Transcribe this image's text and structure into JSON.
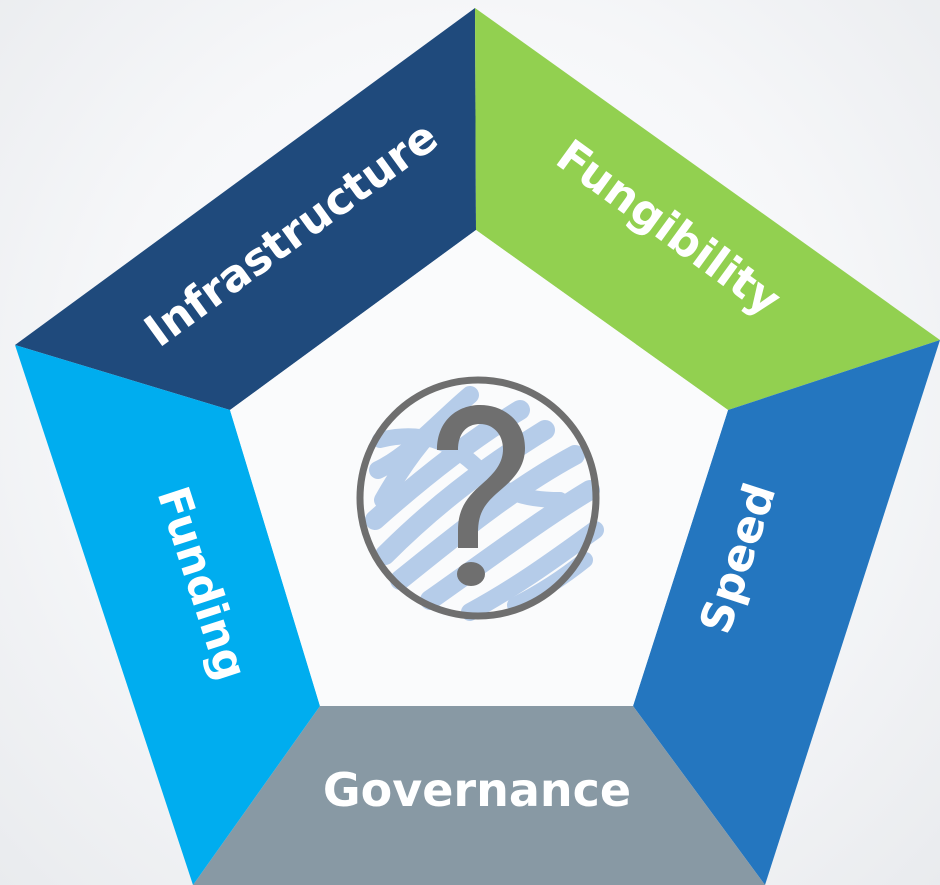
{
  "segments": [
    {
      "key": "infrastructure",
      "label": "Infrastructure",
      "color": "#1f4a7c"
    },
    {
      "key": "fungibility",
      "label": "Fungibility",
      "color": "#92d050"
    },
    {
      "key": "speed",
      "label": "Speed",
      "color": "#2476bf"
    },
    {
      "key": "governance",
      "label": "Governance",
      "color": "#8899a4"
    },
    {
      "key": "funding",
      "label": "Funding",
      "color": "#00adef"
    }
  ],
  "center": {
    "icon": "question-mark-icon",
    "fill_color": "#fafbfc",
    "icon_ring_color": "#6f6f6f",
    "icon_scribble_color": "#aac4e6"
  }
}
